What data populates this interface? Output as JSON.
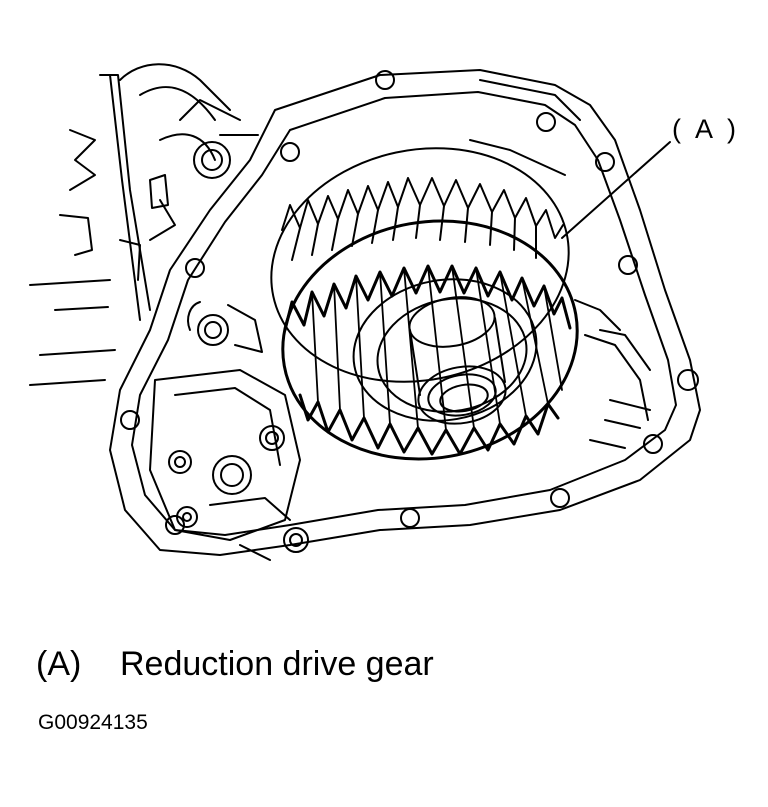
{
  "figure": {
    "callout_label": "( A )",
    "legend": {
      "key": "(A)",
      "text": "Reduction drive gear"
    },
    "code": "G00924135",
    "colors": {
      "line": "#000000",
      "background": "#ffffff"
    }
  }
}
